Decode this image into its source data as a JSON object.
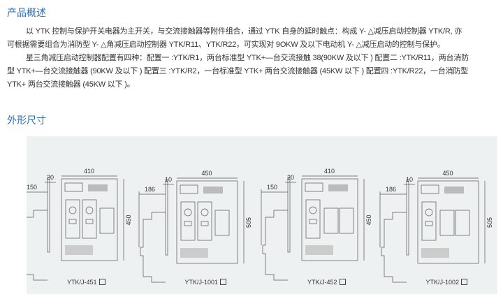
{
  "overview": {
    "title": "产品概述",
    "para1": [
      "以 YTK 控制与保护开关电器为主开关，与交流接触器等附件组合，通过 YTK 自身的延时触点：构成 Y- △减压启动控制器 YTK/R, 亦",
      "可根据需要组合为消防型 Y- △角减压启动控制器 YTK/R11、YTK/R22，可实现对 9OKW 及以下电动机 Y- △减压启动的控制与保护。"
    ],
    "para2": [
      "星三角减压启动控制器配置有四种：配置一 :YTK/R1，两台标准型 YTK+—台交流接触 38(90KW 及以下 ) 配置二 :YTK/R11，两台消防",
      "型 YTK+—台交流接触器 (90KW 及以下 ) 配置三 :YTK/R2，一台标准型 YTK+ 两台交流接触器 (45KW 以下 ) 配置四 :YTK/R22，一台消防型",
      "YTK+ 两台交流接触器 (45KW 以下 )。"
    ]
  },
  "dimensions": {
    "title": "外形尺寸",
    "diagrams": [
      {
        "model": "YTK/J-451",
        "side": "150",
        "plate": "20",
        "width": "410",
        "height": "450"
      },
      {
        "model": "YTK/J-1001",
        "side": "186",
        "plate": "10",
        "width": "450",
        "height": "505"
      },
      {
        "model": "YTK/J-452",
        "side": "150",
        "plate": "20",
        "width": "410",
        "height": "450"
      },
      {
        "model": "YTK/J-1002",
        "side": "186",
        "plate": "10",
        "width": "450",
        "height": "505"
      }
    ]
  }
}
